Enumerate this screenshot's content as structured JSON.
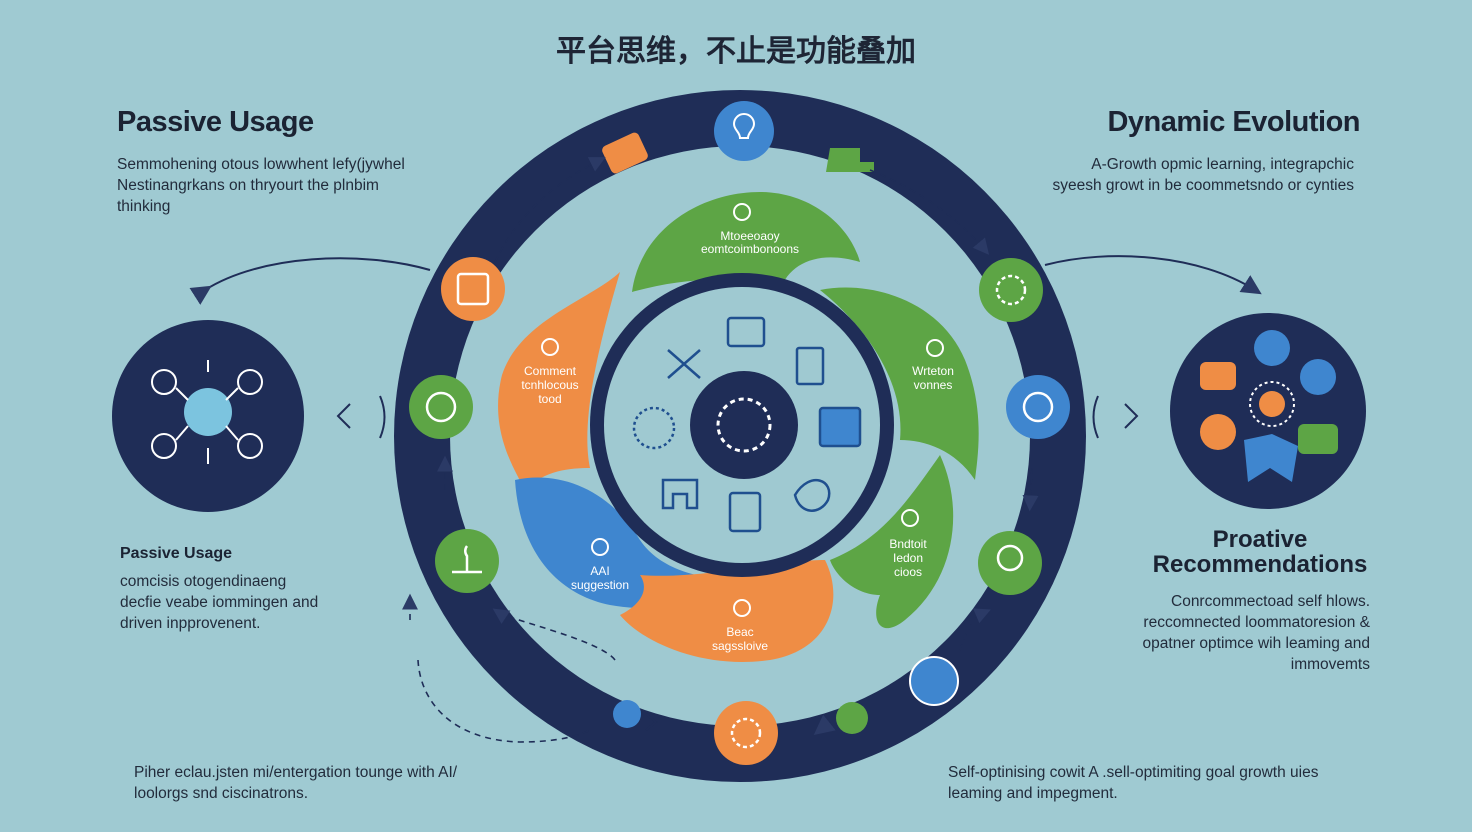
{
  "title": "平台思维，不止是功能叠加",
  "top_left": {
    "heading": "Passive Usage",
    "text": "Semmohening otous lowwhent lefy(jywhel\nNestinangrkans on thryourt the plnbim\nthinking"
  },
  "top_right": {
    "heading": "Dynamic Evolution",
    "text": "A-Growth opmic learning, integrapchic\nsyeesh growt in be coommetsndo or cynties"
  },
  "mid_left": {
    "heading": "Passive Usage",
    "text": "comcisis otogendinaeng\ndecfie veabe iommingen and\ndriven inpprovenent."
  },
  "mid_right": {
    "heading": "Proative\nRecommendations",
    "text": "Conrcommectoad self hlows.\nreccomnected loommatoresion &\nopatner optimce wih leaming and\nimmovemts"
  },
  "bottom_left": {
    "text": "Piher eclau.jsten mi/entergation tounge with AI/\nloolorgs snd ciscinatrons."
  },
  "bottom_right": {
    "text": "Self-optinising cowit A .sell-optimiting goal growth uies\nleaming and impegment."
  },
  "petals": {
    "top": [
      "Mtoeeoaoy",
      "eomtcoimbonoons"
    ],
    "left": [
      "Comment",
      "tcnhlocous",
      "tood"
    ],
    "right": [
      "Wrteton",
      "vonnes"
    ],
    "bottom_left": [
      "AAI",
      "suggestion"
    ],
    "bottom": [
      "Beac",
      "sagssloive"
    ],
    "bottom_right": [
      "Bndtoit",
      "Iedon",
      "cioos"
    ]
  },
  "colors": {
    "background": "#9fcad2",
    "navy": "#1f2d57",
    "green": "#5da545",
    "orange": "#ef8d45",
    "blue": "#3f86cf",
    "inner": "#9fc9d1"
  },
  "icons": {
    "ring_nodes": [
      "lightbulb-icon",
      "org-chart-icon",
      "gears-icon",
      "growth-icon",
      "pie-icon",
      "brain-icon",
      "chat-icon",
      "robot-icon",
      "plant-icon",
      "person-icon",
      "network-icon",
      "gear-icon"
    ],
    "left_circle": "network-hub-icon",
    "right_circle": "ai-hub-icon"
  }
}
